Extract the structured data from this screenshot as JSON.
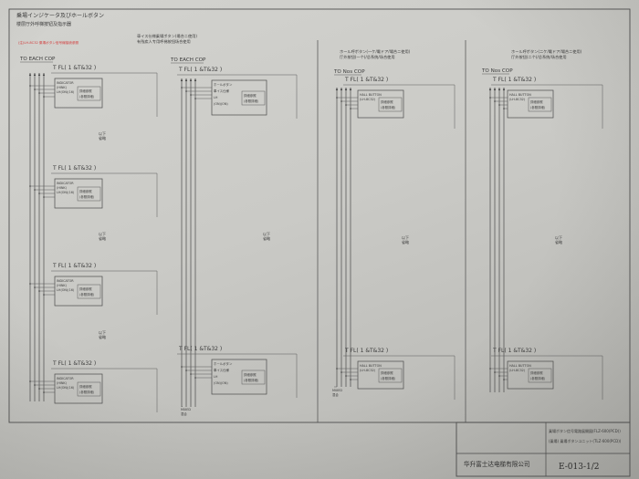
{
  "sheet": {
    "title_jp": "乗場インジケータ及びホールボタン",
    "title_cn": "楼层厅外呼梯按钮及指示器",
    "note": "(注)LH-8C32 乗場ボタン信号線接続参照"
  },
  "columns": [
    {
      "to_label": "TO EACH COP"
    },
    {
      "to_label": "TO EACH COP",
      "header": [
        "車イス仕様乗場ボタン(場合ニ使用)",
        "有残疾人专用呼梯按钮场合使用"
      ]
    },
    {
      "to_label": "TO Nos COP",
      "header": [
        "ホール呼ボタン(一ケ/電ドア/場合ニ使用)",
        "厅外按钮(一个)/总系统/场合使用"
      ]
    },
    {
      "to_label": "TO Nos COP",
      "header": [
        "ホール呼ボタン(二ケ/電ドア/場合ニ使用)",
        "厅外按钮(二个)/总系统/场合使用"
      ]
    }
  ],
  "floor_label": "T   FL( 1 &T&32 )",
  "devices": {
    "indicator": [
      "INDICATOR",
      "(HINK)",
      "LH(ON)(16)"
    ],
    "wheelchair": [
      "ホールボタン",
      "車イス仕様",
      "LH",
      "(ON)(ON)"
    ],
    "hall": [
      "HALL BUTTON",
      "(LH-8C32)"
    ],
    "detail": [
      "詳細参照",
      "(参照詳細)"
    ]
  },
  "omit_label": [
    "以下",
    "省略"
  ],
  "bus_note": [
    "MIXED",
    "混合"
  ],
  "title_block": {
    "title_1": "乗場ボタン信号電路展開図(FLZ-600(PCD))",
    "title_2": "(乗場)  乗場ボタンユニット(TLZ-600(PCD))",
    "company": "华升富士达电梯有限公司",
    "drawing_no": "E-013-1/2"
  }
}
